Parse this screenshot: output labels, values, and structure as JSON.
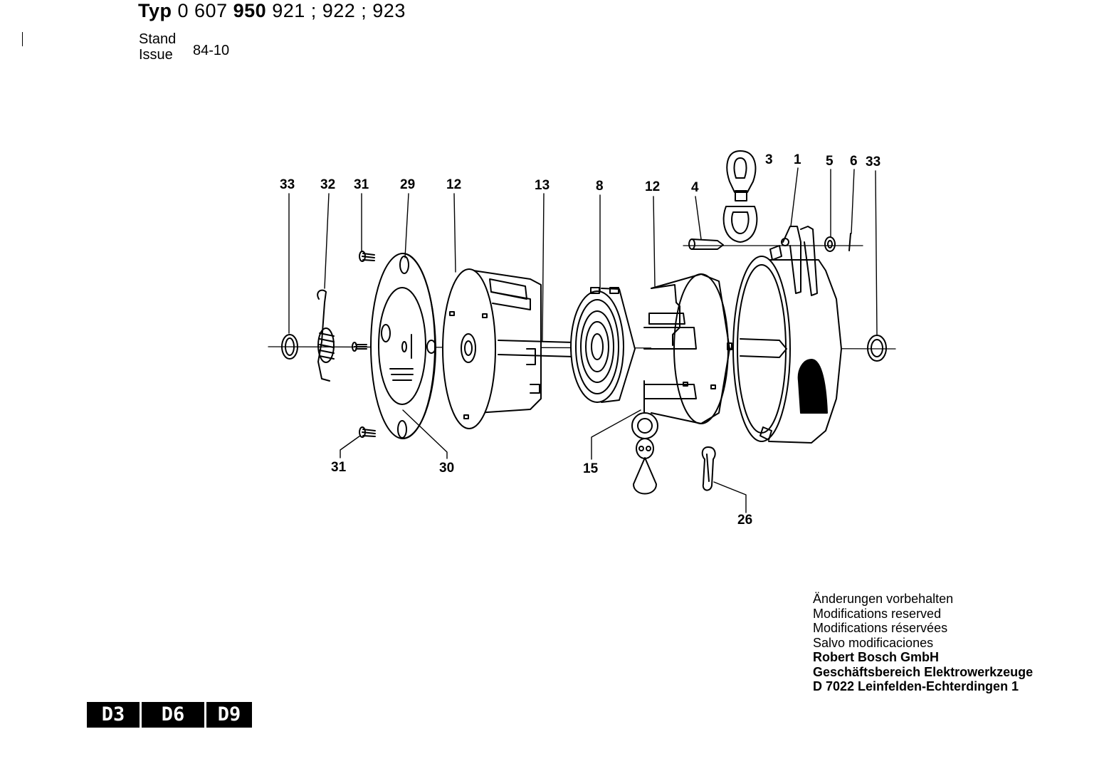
{
  "header": {
    "typ_label": "Typ",
    "part_number_prefix": "0 607",
    "part_number_bold": "950",
    "variants": "921 ; 922 ; 923",
    "stand_label": "Stand",
    "issue_label": "Issue",
    "issue_date": "84-10"
  },
  "callouts": {
    "c33_left": "33",
    "c32": "32",
    "c31_top": "31",
    "c29": "29",
    "c12_left": "12",
    "c13": "13",
    "c8": "8",
    "c12_right": "12",
    "c4": "4",
    "c3": "3",
    "c1": "1",
    "c5": "5",
    "c6": "6",
    "c33_right": "33",
    "c31_bottom": "31",
    "c30": "30",
    "c15": "15",
    "c26": "26"
  },
  "footer": {
    "notes": [
      "Änderungen vorbehalten",
      "Modifications reserved",
      "Modifications réservées",
      "Salvo modificaciones"
    ],
    "company": [
      "Robert Bosch GmbH",
      "Geschäftsbereich Elektrowerkzeuge",
      "D 7022 Leinfelden-Echterdingen 1"
    ]
  },
  "page_codes": [
    "D3",
    "D6",
    "D9"
  ]
}
